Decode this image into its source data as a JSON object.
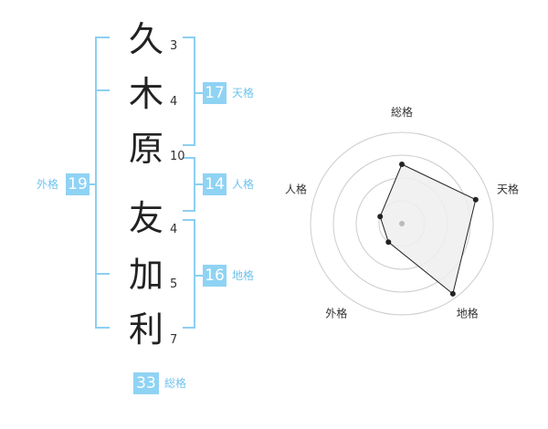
{
  "name": {
    "characters": [
      {
        "char": "久",
        "strokes": "3"
      },
      {
        "char": "木",
        "strokes": "4"
      },
      {
        "char": "原",
        "strokes": "10"
      },
      {
        "char": "友",
        "strokes": "4"
      },
      {
        "char": "加",
        "strokes": "5"
      },
      {
        "char": "利",
        "strokes": "7"
      }
    ]
  },
  "fortunes": {
    "tenkaku": {
      "value": "17",
      "label": "天格"
    },
    "jinkaku": {
      "value": "14",
      "label": "人格"
    },
    "chikaku": {
      "value": "16",
      "label": "地格"
    },
    "gaikaku": {
      "value": "19",
      "label": "外格"
    },
    "soukaku": {
      "value": "33",
      "label": "総格"
    }
  },
  "colors": {
    "accent": "#8fd3f4",
    "bracket": "#8ccff2",
    "label": "#6fc3ee"
  },
  "chart_data": {
    "type": "radar",
    "axes": [
      "総格",
      "天格",
      "地格",
      "外格",
      "人格"
    ],
    "values": [
      0.65,
      0.85,
      0.95,
      0.25,
      0.25
    ],
    "range": [
      0,
      1
    ],
    "rings": 4
  }
}
